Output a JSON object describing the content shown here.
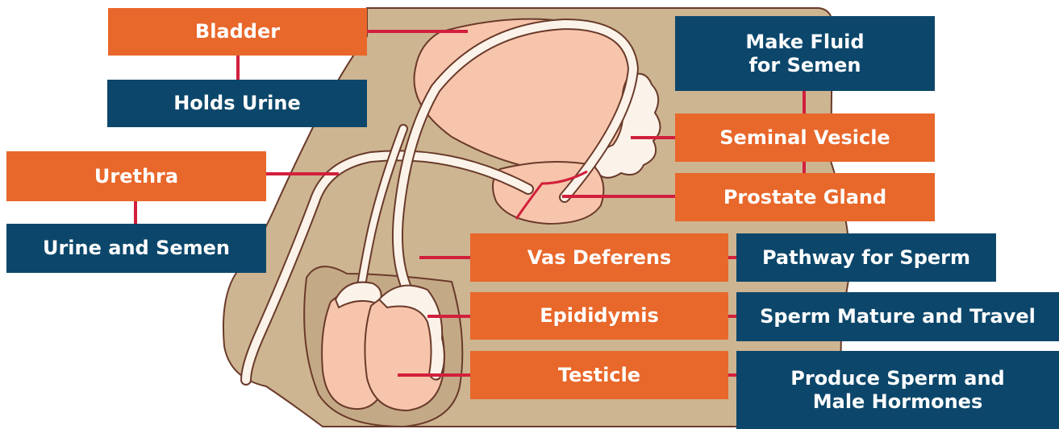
{
  "colors": {
    "organ_box": "#e8672a",
    "function_box": "#0c476b",
    "connector": "#d21f3c",
    "body_silhouette": "#cdb592",
    "organ_fill": "#f7c5ab",
    "tube_fill": "#fbf3ea",
    "outline": "#6a3a2a"
  },
  "labels": {
    "bladder": {
      "organ": "Bladder",
      "function": "Holds Urine"
    },
    "urethra": {
      "organ": "Urethra",
      "function": "Urine and Semen"
    },
    "seminal_vesicle": {
      "organ": "Seminal Vesicle",
      "function": "Make Fluid\nfor Semen"
    },
    "prostate": {
      "organ": "Prostate Gland"
    },
    "vas_deferens": {
      "organ": "Vas Deferens",
      "function": "Pathway for Sperm"
    },
    "epididymis": {
      "organ": "Epididymis",
      "function": "Sperm Mature and Travel"
    },
    "testicle": {
      "organ": "Testicle",
      "function": "Produce Sperm and\nMale Hormones"
    }
  }
}
